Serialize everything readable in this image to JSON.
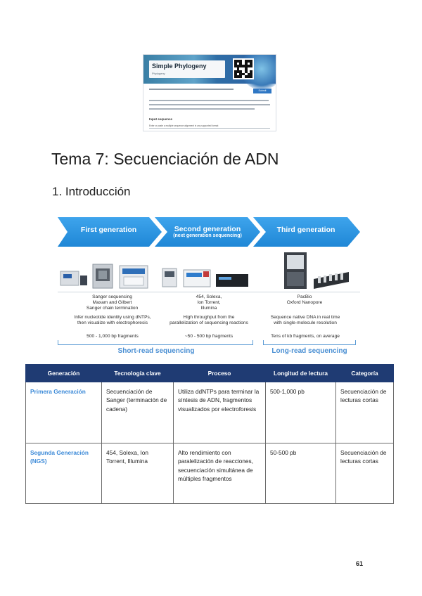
{
  "screenshot": {
    "title": "Simple Phylogeny",
    "subtitle": "Phylogeny",
    "submit_label": "Submit",
    "input_label": "Input sequence",
    "input_placeholder": "Enter or paste a multiple sequence alignment in any supported format"
  },
  "heading": "Tema 7: Secuenciación de ADN",
  "subheading": "1. Introducción",
  "figure": {
    "generations": [
      {
        "label": "First generation",
        "sublabel": "",
        "tech": [
          "Sanger sequencing",
          "Maxam and Gilbert",
          "Sanger chain termination"
        ],
        "method": [
          "Infer nucleotide identity using dNTPs,",
          "then visualize with electrophoresis"
        ],
        "length": "500 - 1,000 bp fragments"
      },
      {
        "label": "Second generation",
        "sublabel": "(next generation sequencing)",
        "tech": [
          "454, Solexa,",
          "Ion Torrent,",
          "Illumina"
        ],
        "method": [
          "High throughput from the",
          "parallelization of sequencing reactions"
        ],
        "length": "~50 - 500 bp fragments"
      },
      {
        "label": "Third generation",
        "sublabel": "",
        "tech": [
          "PacBio",
          "Oxford Nanopore"
        ],
        "method": [
          "Sequence native DNA in real time",
          "with single-molecule resolution"
        ],
        "length": "Tens of kb fragments, on average"
      }
    ],
    "short_read": "Short-read sequencing",
    "long_read": "Long-read sequencing",
    "colors": {
      "chevron": "#1f87d6",
      "chevron_light": "#3ea4ec",
      "accent": "#4a8fd3"
    }
  },
  "table": {
    "headers": [
      "Generación",
      "Tecnología clave",
      "Proceso",
      "Longitud de lectura",
      "Categoría"
    ],
    "rows": [
      {
        "generacion": "Primera Generación",
        "tecnologia": "Secuenciación de Sanger (terminación de cadena)",
        "proceso": "Utiliza ddNTPs para terminar la síntesis de ADN, fragmentos visualizados por electroforesis",
        "longitud": "500-1,000 pb",
        "categoria": "Secuenciación de lecturas cortas"
      },
      {
        "generacion": "Segunda Generación (NGS)",
        "tecnologia": "454, Solexa, Ion Torrent, Illumina",
        "proceso": "Alto rendimiento con paralelización de reacciones, secuenciación simultánea de múltiples fragmentos",
        "longitud": "50-500 pb",
        "categoria": "Secuenciación de lecturas cortas"
      }
    ],
    "colors": {
      "header_bg": "#1f3b73",
      "generation_text": "#3c8ad8"
    }
  },
  "page_number": "61"
}
